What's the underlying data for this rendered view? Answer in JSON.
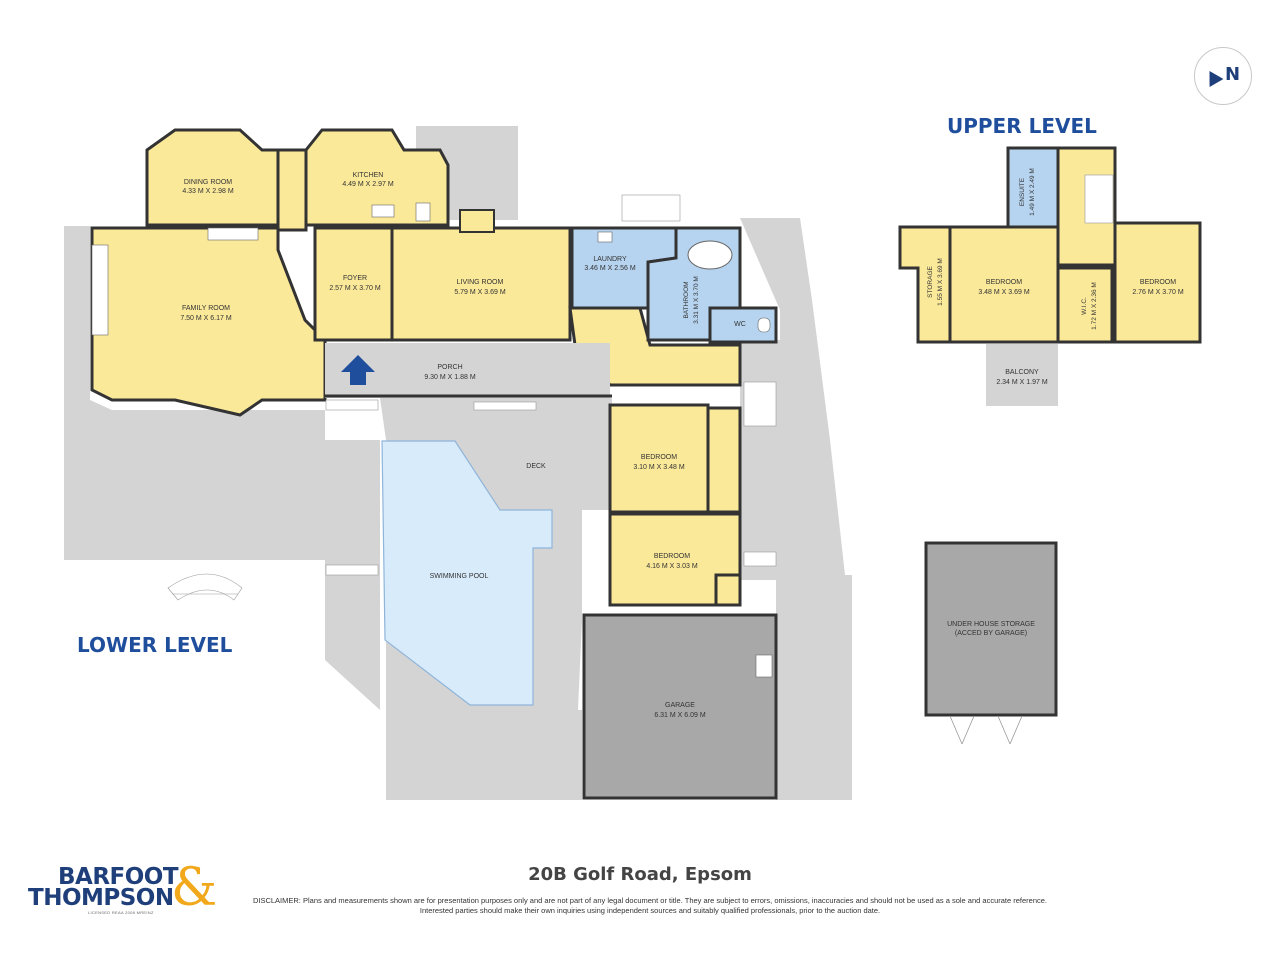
{
  "labels": {
    "upper_level": "UPPER LEVEL",
    "lower_level": "LOWER LEVEL",
    "compass": "N"
  },
  "rooms": {
    "dining": {
      "name": "DINING ROOM",
      "size": "4.33 M X 2.98 M"
    },
    "kitchen": {
      "name": "KITCHEN",
      "size": "4.49 M X 2.97 M"
    },
    "family": {
      "name": "FAMILY ROOM",
      "size": "7.50 M X 6.17 M"
    },
    "foyer": {
      "name": "FOYER",
      "size": "2.57 M X 3.70 M"
    },
    "living": {
      "name": "LIVING ROOM",
      "size": "5.79 M X 3.69 M"
    },
    "laundry": {
      "name": "LAUNDRY",
      "size": "3.46 M X 2.56 M"
    },
    "bathroom": {
      "name": "BATHROOM",
      "size": "3.31 M X 3.70 M"
    },
    "wc": {
      "name": "WC"
    },
    "porch": {
      "name": "PORCH",
      "size": "9.30 M X 1.88 M"
    },
    "deck": {
      "name": "DECK"
    },
    "pool": {
      "name": "SWIMMING POOL"
    },
    "bedroom_1": {
      "name": "BEDROOM",
      "size": "3.10 M X 3.48 M"
    },
    "bedroom_2": {
      "name": "BEDROOM",
      "size": "4.16 M X 3.03 M"
    },
    "garage": {
      "name": "GARAGE",
      "size": "6.31 M X 6.09 M"
    },
    "storage": {
      "name": "STORAGE",
      "size": "1.55 M X 3.69 M"
    },
    "ensuite": {
      "name": "ENSUITE",
      "size": "1.49 M X 2.49 M"
    },
    "bedroom_up_1": {
      "name": "BEDROOM",
      "size": "3.48 M X 3.69 M"
    },
    "wic": {
      "name": "W.I.C.",
      "size": "1.72 M X 2.36 M"
    },
    "bedroom_up_2": {
      "name": "BEDROOM",
      "size": "2.76 M X 3.70 M"
    },
    "balcony": {
      "name": "BALCONY",
      "size": "2.34 M X 1.97 M"
    },
    "under_house": {
      "name": "UNDER HOUSE STORAGE",
      "sub": "(ACCED BY GARAGE)"
    }
  },
  "footer": {
    "address": "20B Golf Road, Epsom",
    "disclaimer": "DISCLAIMER: Plans and measurements shown are for presentation purposes only and are not part of any legal document or title. They are subject to errors, omissions, inaccuracies and should not be used as a sole and accurate reference. Interested parties should make their own inquiries using independent sources and suitably qualified professionals, prior to the auction date.",
    "logo_line1": "BARFOOT",
    "logo_line2": "THOMPSON",
    "logo_amp": "&",
    "logo_sub": "LICENSED REAA 2008 MREINZ"
  },
  "colors": {
    "room": "#fbe99a",
    "wet": "#b6d4ef",
    "outdoor": "#d4d4d4",
    "pool": "#d8ebfb",
    "wall": "#333333",
    "accent": "#1f4e9c",
    "logo_amp": "#f2a81b"
  }
}
